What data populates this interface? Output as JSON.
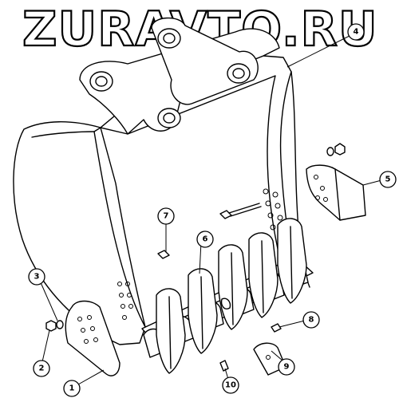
{
  "watermark": {
    "text": "ZURAVTO.RU"
  },
  "callouts": [
    {
      "id": "1",
      "label": "1"
    },
    {
      "id": "2",
      "label": "2"
    },
    {
      "id": "3",
      "label": "3"
    },
    {
      "id": "4",
      "label": "4"
    },
    {
      "id": "5",
      "label": "5"
    },
    {
      "id": "6",
      "label": "6"
    },
    {
      "id": "7",
      "label": "7"
    },
    {
      "id": "8",
      "label": "8"
    },
    {
      "id": "9",
      "label": "9"
    },
    {
      "id": "10",
      "label": "10"
    }
  ]
}
